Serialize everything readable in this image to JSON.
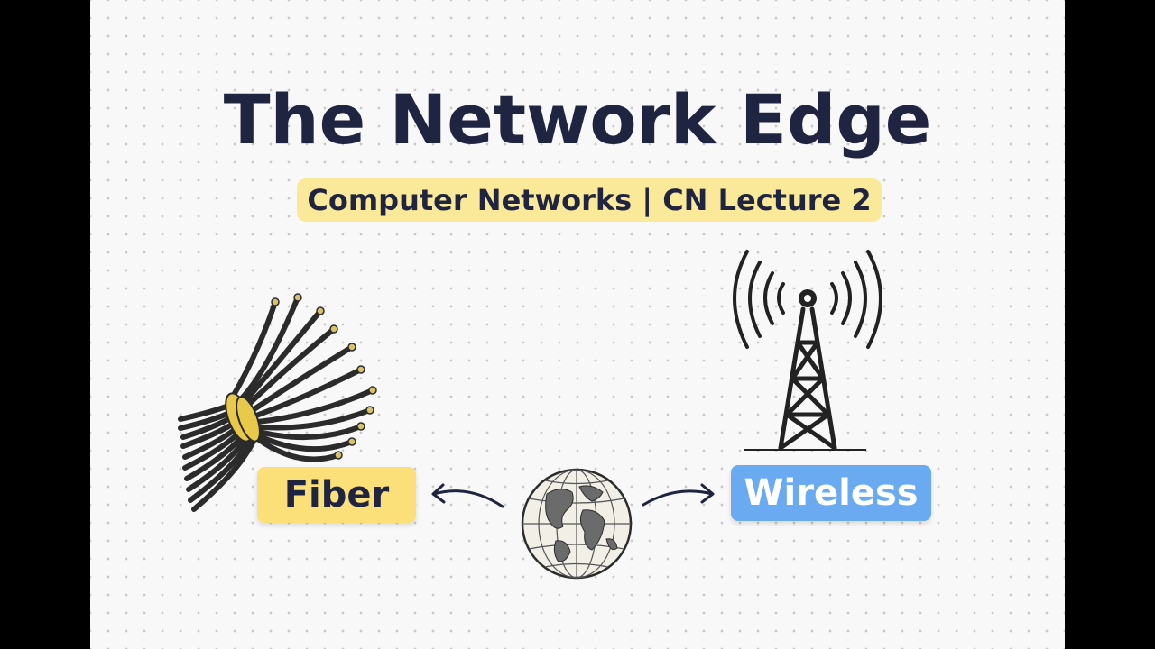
{
  "slide": {
    "title": "The Network Edge",
    "subtitle": "Computer Networks | CN Lecture 2",
    "labels": {
      "fiber": "Fiber",
      "wireless": "Wireless"
    }
  },
  "icons": [
    "fiber-bundle-icon",
    "globe-icon",
    "radio-tower-icon",
    "arrow-left-icon",
    "arrow-right-icon"
  ],
  "colors": {
    "title_text": "#1f2540",
    "subtitle_highlight": "#fbe99a",
    "fiber_label": "#fbe07a",
    "wireless_label": "#6aaaf0",
    "background": "#f8f8f8"
  }
}
